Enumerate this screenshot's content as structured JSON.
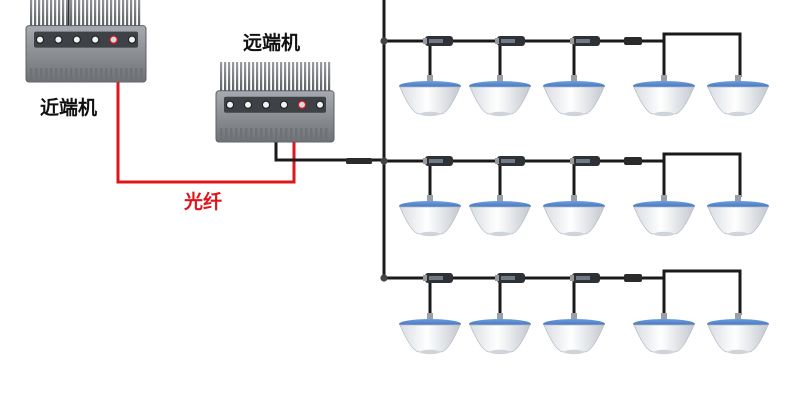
{
  "labels": {
    "near_unit": "近端机",
    "far_unit": "远端机",
    "fiber": "光纤"
  },
  "colors": {
    "cable": "#1a1a1a",
    "fiber": "#e0141b",
    "antenna_rim": "#4a7fc8",
    "unit_body": "#8d9196"
  },
  "icons": {
    "repeater": "repeater-unit-icon",
    "splitter": "power-splitter-icon",
    "antenna": "ceiling-antenna-icon"
  },
  "antenna_rows": 3,
  "antennas_per_row": 5
}
